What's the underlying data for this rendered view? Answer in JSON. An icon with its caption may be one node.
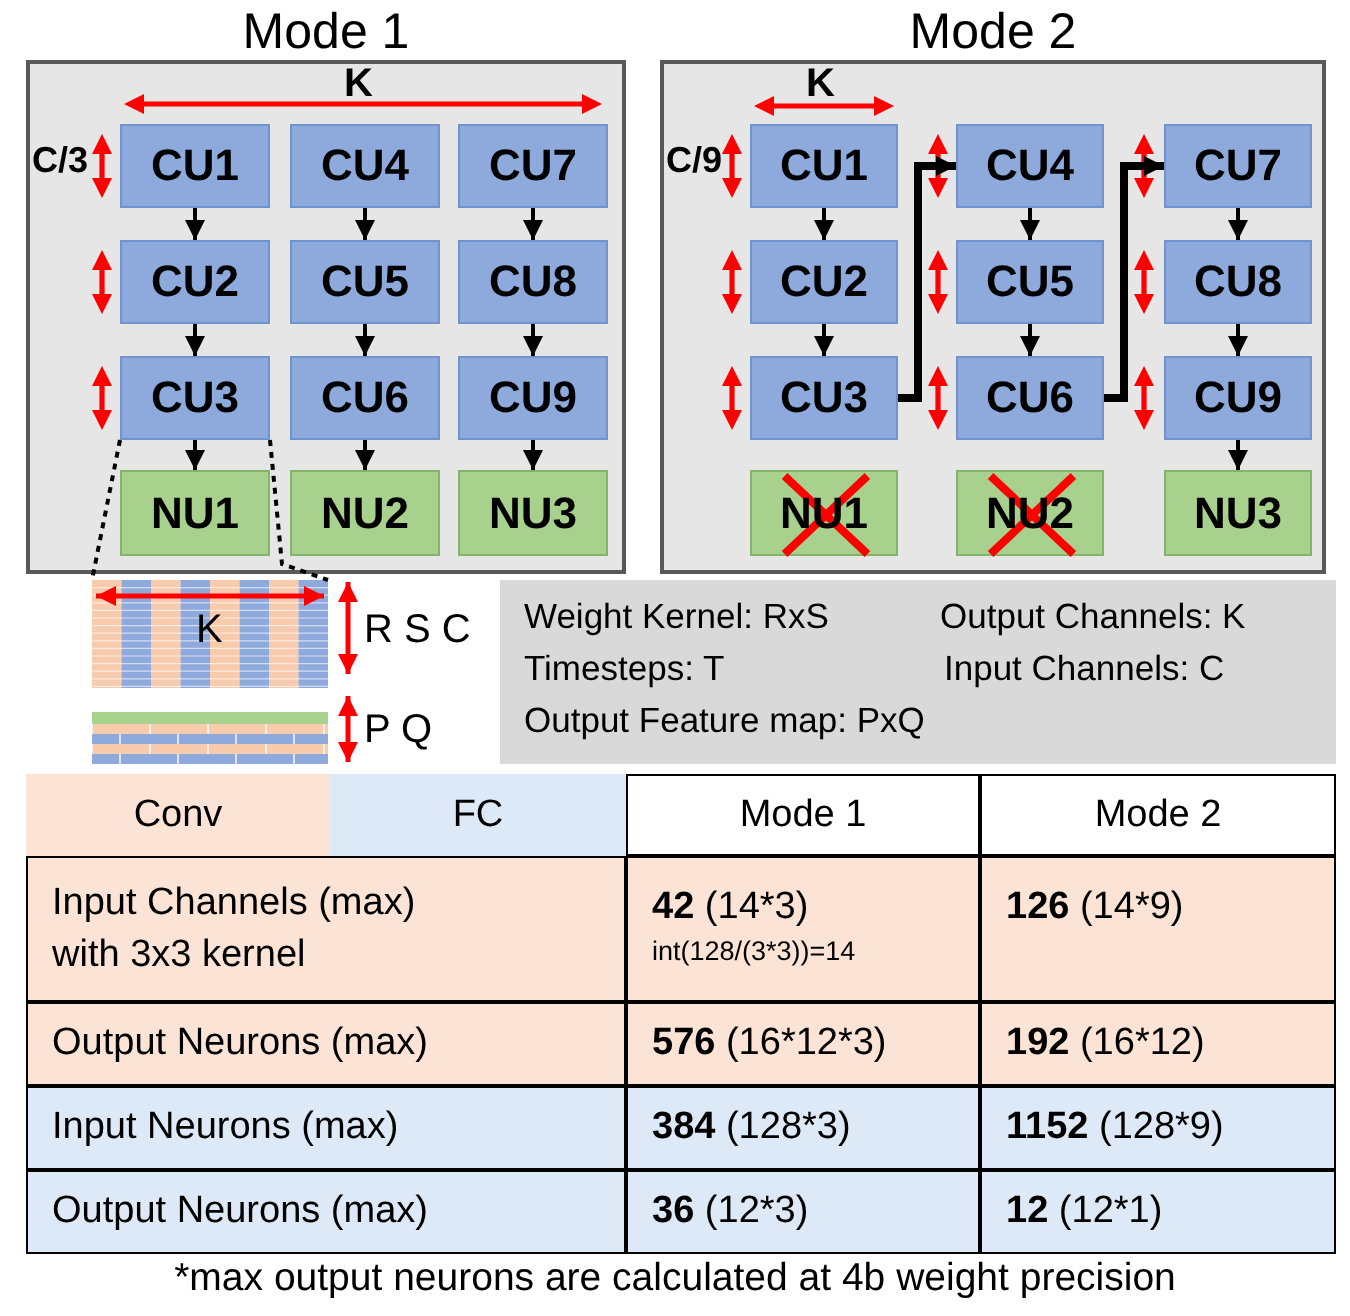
{
  "diagram": {
    "caption": "*max output neurons are calculated at 4b weight precision",
    "nodes": [
      {
        "text": [
          "Mode 1"
        ]
      },
      {
        "text": [
          "CU1"
        ],
        "in": 0
      },
      {
        "text": [
          "CU4"
        ],
        "in": 0
      },
      {
        "text": [
          "CU7"
        ],
        "in": 0
      },
      {
        "text": [
          "CU2"
        ],
        "in": 0
      },
      {
        "text": [
          "CU5"
        ],
        "in": 0
      },
      {
        "text": [
          "CU8"
        ],
        "in": 0
      },
      {
        "text": [
          "CU3"
        ],
        "in": 0
      },
      {
        "text": [
          "CU6"
        ],
        "in": 0
      },
      {
        "text": [
          "CU9"
        ],
        "in": 0
      },
      {
        "text": [
          "NU1"
        ],
        "in": 0
      },
      {
        "text": [
          "NU2"
        ],
        "in": 0
      },
      {
        "text": [
          "NU3"
        ],
        "in": 0
      },
      {
        "text": [
          "Mode 2"
        ]
      },
      {
        "text": [
          "CU1"
        ],
        "in": 13
      },
      {
        "text": [
          "CU4"
        ],
        "in": 13
      },
      {
        "text": [
          "CU7"
        ],
        "in": 13
      },
      {
        "text": [
          "CU2"
        ],
        "in": 13
      },
      {
        "text": [
          "CU5"
        ],
        "in": 13
      },
      {
        "text": [
          "CU8"
        ],
        "in": 13
      },
      {
        "text": [
          "CU3"
        ],
        "in": 13
      },
      {
        "text": [
          "CU6"
        ],
        "in": 13
      },
      {
        "text": [
          "CU9"
        ],
        "in": 13
      },
      {
        "text": [
          "NU1"
        ],
        "in": 13
      },
      {
        "text": [
          "NU2"
        ],
        "in": 13
      },
      {
        "text": [
          "NU3"
        ],
        "in": 13
      },
      {
        "text": [
          "Weight Kernel: RxS",
          "Output Channels: K",
          "Timesteps: T",
          "Input Channels: C",
          "Output Feature map: PxQ"
        ]
      },
      {
        "text": [
          "K"
        ],
        "beside": [
          "R S C",
          "P Q"
        ]
      }
    ],
    "edges": [
      {
        "from": 1,
        "to": 4,
        "arrow": "to"
      },
      {
        "from": 4,
        "to": 7,
        "arrow": "to"
      },
      {
        "from": 7,
        "to": 10,
        "arrow": "to"
      },
      {
        "from": 2,
        "to": 5,
        "arrow": "to"
      },
      {
        "from": 5,
        "to": 8,
        "arrow": "to"
      },
      {
        "from": 8,
        "to": 11,
        "arrow": "to"
      },
      {
        "from": 3,
        "to": 6,
        "arrow": "to"
      },
      {
        "from": 6,
        "to": 9,
        "arrow": "to"
      },
      {
        "from": 9,
        "to": 12,
        "arrow": "to"
      },
      {
        "from": 14,
        "to": 17,
        "arrow": "to"
      },
      {
        "from": 17,
        "to": 20,
        "arrow": "to"
      },
      {
        "from": 20,
        "to": 15,
        "arrow": "to",
        "style": "thick"
      },
      {
        "from": 15,
        "to": 18,
        "arrow": "to"
      },
      {
        "from": 18,
        "to": 21,
        "arrow": "to"
      },
      {
        "from": 21,
        "to": 16,
        "arrow": "to",
        "style": "thick"
      },
      {
        "from": 16,
        "to": 19,
        "arrow": "to"
      },
      {
        "from": 19,
        "to": 22,
        "arrow": "to"
      },
      {
        "from": 22,
        "to": 25,
        "arrow": "to"
      },
      {
        "from": 7,
        "to": 27,
        "arrow": "none",
        "style": "dashed"
      },
      {
        "from": 7,
        "to": 27,
        "arrow": "none",
        "style": "dashed"
      }
    ],
    "labels": [
      "K",
      "C/3",
      "K",
      "C/9",
      "Mode 1",
      "Mode 2",
      "Input Channels (max) with 3x3 kernel",
      "**42** (14*3)",
      "int(128/(3*3))=14",
      "**126** (14*9)",
      "Output Neurons (max)",
      "**576** (16*12*3)",
      "**192** (16*12)",
      "Input Neurons (max)",
      "**384** (128*3)",
      "**1152** (128*9)",
      "Output Neurons (max)",
      "**36** (12*3)",
      "**12** (12*1)"
    ],
    "legend": [
      {
        "text": "Conv",
        "color": "#fbe3d6"
      },
      {
        "text": "FC",
        "color": "#dde9f6"
      }
    ]
  }
}
